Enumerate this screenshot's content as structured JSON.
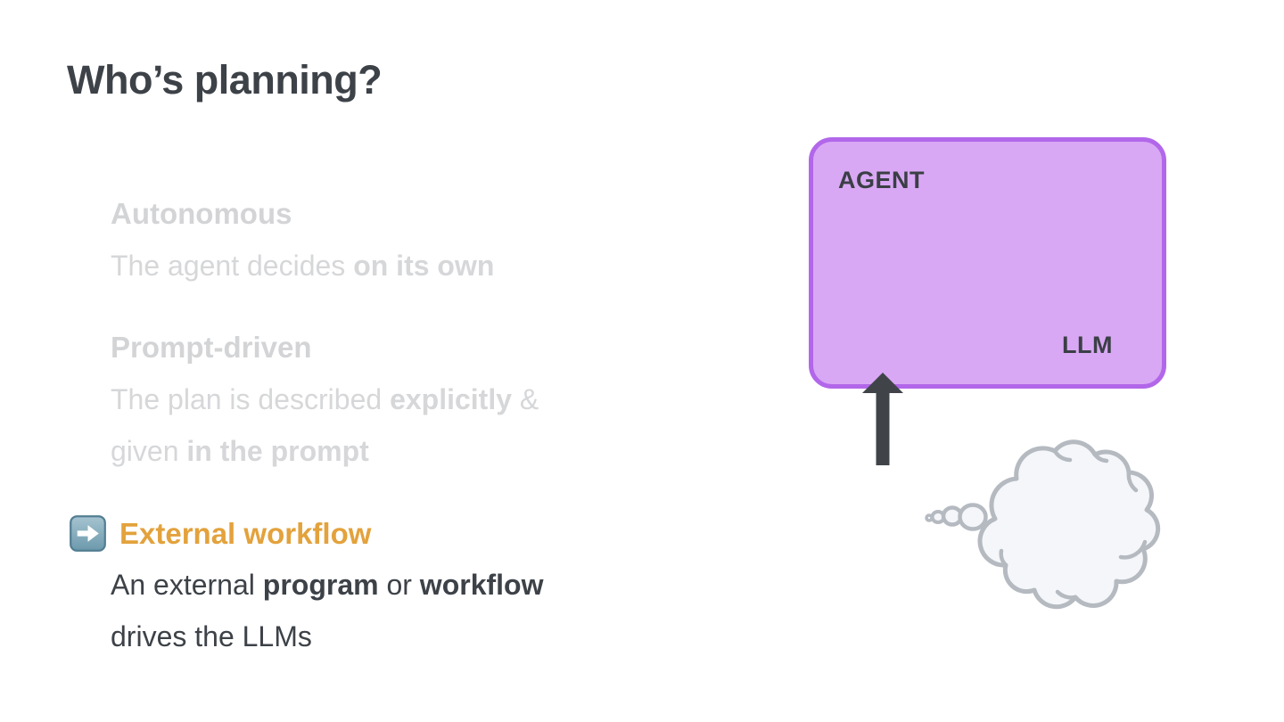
{
  "title": "Who’s planning?",
  "list": {
    "autonomous": {
      "heading": "Autonomous",
      "body_plain": "The agent decides ",
      "body_bold": "on its own"
    },
    "prompt_driven": {
      "heading": "Prompt-driven",
      "line1_plain": "The plan is described ",
      "line1_bold": "explicitly",
      "line1_suffix": " &",
      "line2_plain": "given ",
      "line2_bold": "in the prompt"
    },
    "external_workflow": {
      "icon": "right-arrow-emoji",
      "heading": "External workflow",
      "line1_a": "An external ",
      "line1_b_bold": "program",
      "line1_c": " or ",
      "line1_d_bold": "workflow",
      "line2": "drives the LLMs"
    }
  },
  "diagram": {
    "agent_label": "AGENT",
    "llm_label": "LLM",
    "box_fill": "#d9a8f4",
    "box_border": "#b267ea",
    "arrow_color": "#404449",
    "cloud_stroke": "#b5bac1",
    "cloud_fill": "#f4f6f9",
    "accent_orange": "#e3a23c",
    "muted_text": "#d6d7d9",
    "dark_text": "#3d4248"
  }
}
